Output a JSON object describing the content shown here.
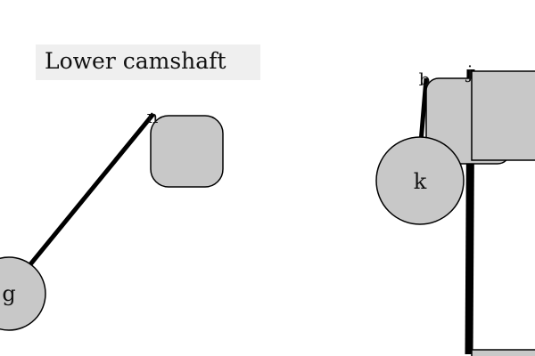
{
  "diagram": {
    "title": "Lower camshaft",
    "colors": {
      "node_fill": "#c8c8c8",
      "stroke": "#000000",
      "title_bg": "#efefef"
    },
    "nodes": {
      "g": {
        "label": "g",
        "shape": "circle"
      },
      "k": {
        "label": "k",
        "shape": "circle"
      },
      "n": {
        "label": "n",
        "shape": "rounded-square"
      },
      "b": {
        "label": "b",
        "shape": "rounded-rect"
      },
      "j": {
        "label": "j",
        "shape": "rect"
      },
      "bottom": {
        "label": "",
        "shape": "rect"
      }
    },
    "edges": [
      {
        "from": "g",
        "to": "n"
      },
      {
        "from": "k",
        "to": "b"
      },
      {
        "from": "j",
        "to": "bottom"
      }
    ]
  }
}
